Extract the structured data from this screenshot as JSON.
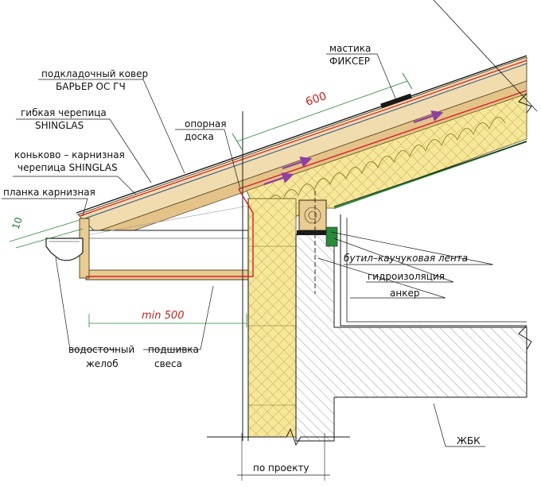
{
  "labels": {
    "mastika": "мастика",
    "fixer": "ФИКСЕР",
    "podklad": "подкладочный ковер",
    "barrier": "БАРЬЕР ОС ГЧ",
    "gibkaya": "гибкая черепица",
    "shinglas1": "SHINGLAS",
    "opornaya": "опорная",
    "doska": "доска",
    "konkovo": "коньково – карнизная",
    "cherepica": "черепица  SHINGLAS",
    "planka": "планка карнизная",
    "butil": "бутил–каучуковая лента",
    "gidro": "гидроизоляция",
    "anker": "анкер",
    "vodostok1": "водосточный",
    "vodostok2": "желоб",
    "podshivka1": "подшивка",
    "podshivka2": "свеса",
    "zhbk": "ЖБК",
    "po_proektu": "по проекту"
  },
  "dimensions": {
    "d600": "600",
    "d10": "10",
    "min500": "min 500"
  },
  "colors": {
    "ink": "#1a1a1a",
    "red_membrane": "#d8202a",
    "green_membrane": "#2a8a3a",
    "dim_red": "#c0241c",
    "dim_green": "#1d7a2c",
    "insulation": "#f6e79a",
    "wood": "#e8cc92",
    "arrow": "#8e3fa0",
    "concrete_hatch": "#555555"
  }
}
